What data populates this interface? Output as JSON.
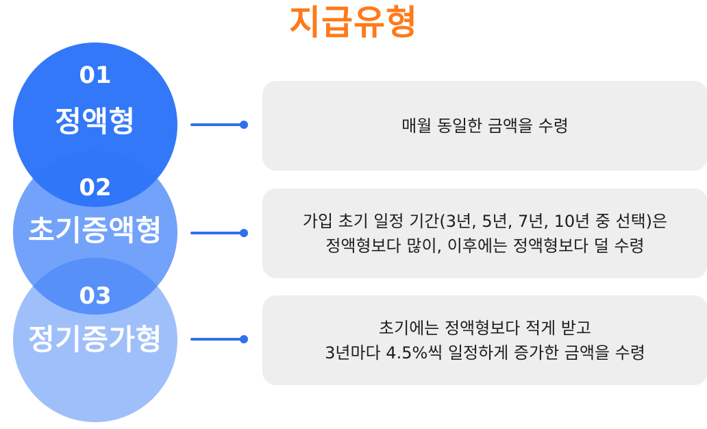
{
  "title": "지급유형",
  "colors": {
    "title": "#ff7a1a",
    "circle_1": "#2f75f8",
    "circle_2": "#6a9cf9",
    "circle_3": "#9ebff9",
    "connector": "#2f6ff0",
    "box_background": "#eeeeee"
  },
  "types": [
    {
      "number": "01",
      "name": "정액형",
      "description": [
        "매월 동일한 금액을 수령"
      ]
    },
    {
      "number": "02",
      "name": "초기증액형",
      "description": [
        "가입 초기 일정 기간(3년, 5년, 7년, 10년 중 선택)은",
        "정액형보다 많이, 이후에는 정액형보다 덜 수령"
      ]
    },
    {
      "number": "03",
      "name": "정기증가형",
      "description": [
        "초기에는 정액형보다 적게 받고",
        "3년마다 4.5%씩 일정하게 증가한 금액을 수령"
      ]
    }
  ]
}
